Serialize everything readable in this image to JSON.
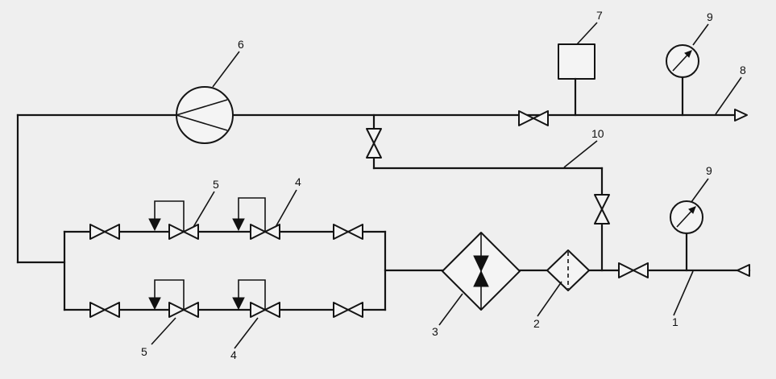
{
  "labels": {
    "l1": "1",
    "l2": "2",
    "l3": "3",
    "l4a": "4",
    "l4b": "4",
    "l5a": "5",
    "l5b": "5",
    "l6": "6",
    "l7": "7",
    "l8": "8",
    "l9a": "9",
    "l9b": "9",
    "l10": "10"
  }
}
